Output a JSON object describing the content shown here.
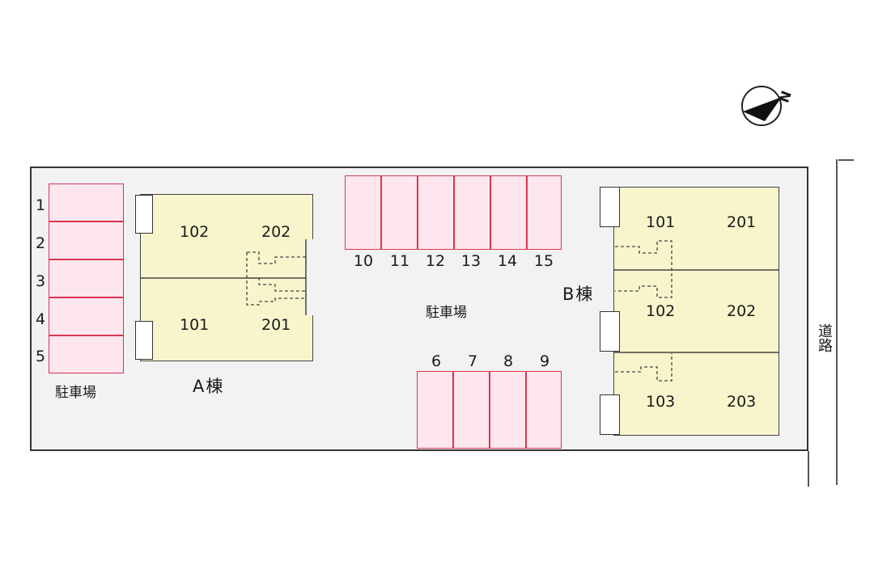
{
  "map": {
    "north_marker": "N",
    "road_label": "道路",
    "parking_label_left": "駐車場",
    "parking_label_center": "駐車場",
    "left_stalls": [
      "1",
      "2",
      "3",
      "4",
      "5"
    ],
    "top_stalls": [
      "10",
      "11",
      "12",
      "13",
      "14",
      "15"
    ],
    "bottom_stalls": [
      "6",
      "7",
      "8",
      "9"
    ],
    "building_a": {
      "name": "A棟",
      "rooms": {
        "r102": "102",
        "r202": "202",
        "r101": "101",
        "r201": "201"
      }
    },
    "building_b": {
      "name": "B棟",
      "rooms": {
        "r101": "101",
        "r201": "201",
        "r102": "102",
        "r202": "202",
        "r103": "103",
        "r203": "203"
      }
    },
    "colors": {
      "stall_fill": "#fde6ee",
      "stall_border": "#d9364f",
      "building_fill": "#f8f5cd",
      "lot_fill": "#f2f2f2"
    }
  }
}
